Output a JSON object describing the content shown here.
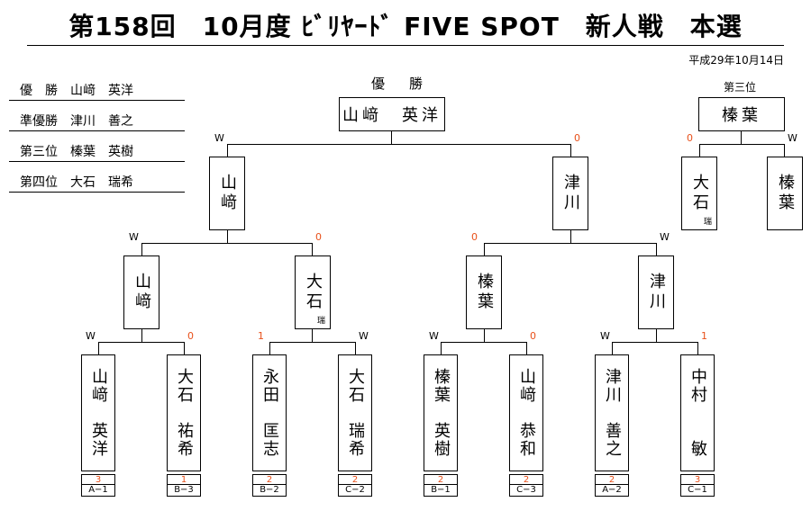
{
  "title": "第158回　10月度 ﾋﾞﾘﾔｰﾄﾞ FIVE SPOT　新人戦　本選",
  "date": "平成29年10月14日",
  "results": [
    "優　勝　山﨑　英洋",
    "準優勝　津川　善之",
    "第三位　榛葉　英樹",
    "第四位　大石　瑞希"
  ],
  "champion_label": "優　勝",
  "champion": "山﨑　英洋",
  "third_label": "第三位",
  "third_winner": "榛葉",
  "third_left": "大石",
  "third_left_sub": "瑞",
  "third_right": "榛葉",
  "third_marks": [
    "0",
    "W"
  ],
  "final": {
    "left": "山﨑",
    "right": "津川",
    "marks": [
      "W",
      "0"
    ]
  },
  "semis": [
    {
      "left": "山﨑",
      "right": "大石",
      "right_sub": "瑞",
      "marks": [
        "W",
        "0"
      ]
    },
    {
      "left": "榛葉",
      "right": "津川",
      "marks": [
        "0",
        "W"
      ]
    }
  ],
  "quarter_marks": [
    [
      "W",
      "0"
    ],
    [
      "1",
      "W"
    ],
    [
      "W",
      "0"
    ],
    [
      "W",
      "1"
    ]
  ],
  "players": [
    {
      "name": "山﨑　英洋",
      "score": "3",
      "seed": "A−1"
    },
    {
      "name": "大石　祐希",
      "score": "1",
      "seed": "B−3"
    },
    {
      "name": "永田　匡志",
      "score": "2",
      "seed": "B−2"
    },
    {
      "name": "大石　瑞希",
      "score": "2",
      "seed": "C−2"
    },
    {
      "name": "榛葉　英樹",
      "score": "2",
      "seed": "B−1"
    },
    {
      "name": "山﨑　恭和",
      "score": "2",
      "seed": "C−3"
    },
    {
      "name": "津川　善之",
      "score": "2",
      "seed": "A−2"
    },
    {
      "name": "中村　　敏",
      "score": "3",
      "seed": "C−1"
    }
  ]
}
